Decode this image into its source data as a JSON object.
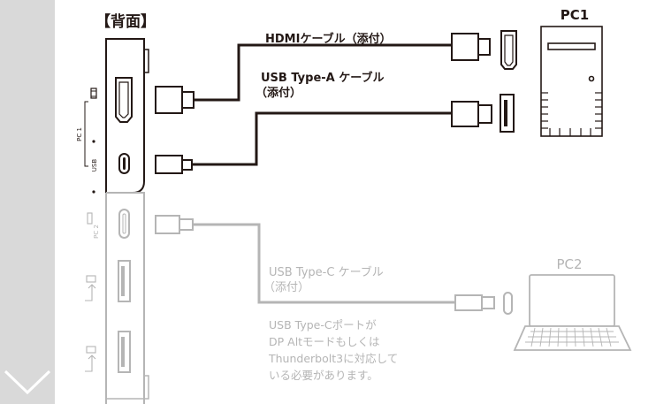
{
  "title": "【背面】",
  "cables": {
    "hdmi": {
      "label": "HDMIケーブル（添付）"
    },
    "usb_a": {
      "line1": "USB Type-A ケーブル",
      "line2": "（添付）"
    },
    "usb_c": {
      "line1": "USB Type-C ケーブル",
      "line2": "（添付）"
    }
  },
  "devices": {
    "pc1": {
      "label": "PC1"
    },
    "pc2": {
      "label": "PC2"
    }
  },
  "note": {
    "lines": [
      "USB Type-Cポートが",
      "DP Altモードもしくは",
      "Thunderbolt3に対応して",
      "いる必要があります。"
    ]
  },
  "port_labels": {
    "group": "PC 1",
    "usb": "USB",
    "pc2": "PC 2"
  },
  "colors": {
    "active": "#231815",
    "inactive": "#b5b5b5",
    "sidebar": "#d9d9d9"
  }
}
